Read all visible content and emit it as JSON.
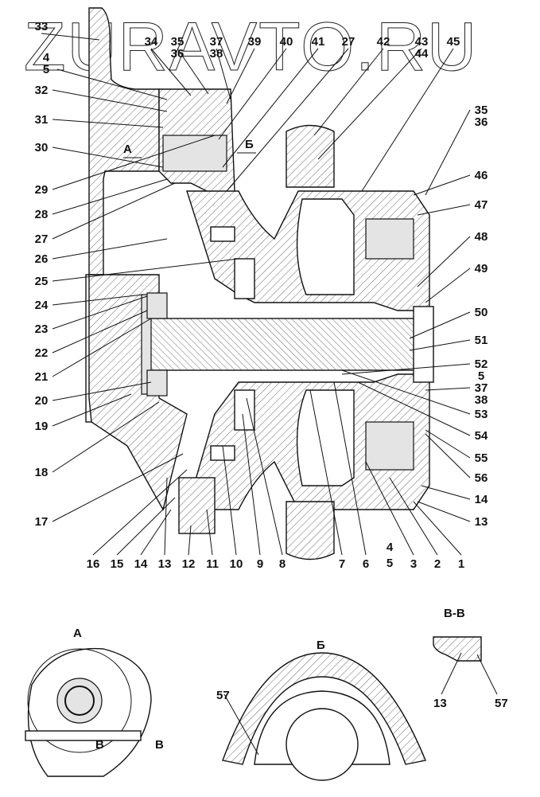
{
  "watermark": "ZURAVTO.RU",
  "main_view": {
    "labels_top": [
      "33",
      "34",
      "35",
      "36",
      "37",
      "38",
      "39",
      "40",
      "41",
      "27",
      "42",
      "43",
      "44",
      "45"
    ],
    "labels_left": [
      "4",
      "5",
      "32",
      "31",
      "30",
      "29",
      "28",
      "27",
      "26",
      "25",
      "24",
      "23",
      "22",
      "21",
      "20",
      "19",
      "18",
      "17"
    ],
    "labels_bottom": [
      "16",
      "15",
      "14",
      "13",
      "12",
      "11",
      "10",
      "9",
      "8",
      "7",
      "6",
      "4",
      "5",
      "3",
      "2",
      "1"
    ],
    "labels_right": [
      "35",
      "36",
      "46",
      "47",
      "48",
      "49",
      "50",
      "51",
      "52",
      "5",
      "37",
      "38",
      "53",
      "54",
      "55",
      "56",
      "14",
      "13"
    ],
    "view_marks": [
      "А",
      "Б"
    ]
  },
  "detail_views": {
    "view_a": {
      "title": "А",
      "section_marks": [
        "В",
        "В"
      ]
    },
    "view_b": {
      "title": "Б",
      "labels": [
        "57"
      ]
    },
    "section_bb": {
      "title": "В-В",
      "labels": [
        "13",
        "57"
      ]
    }
  }
}
